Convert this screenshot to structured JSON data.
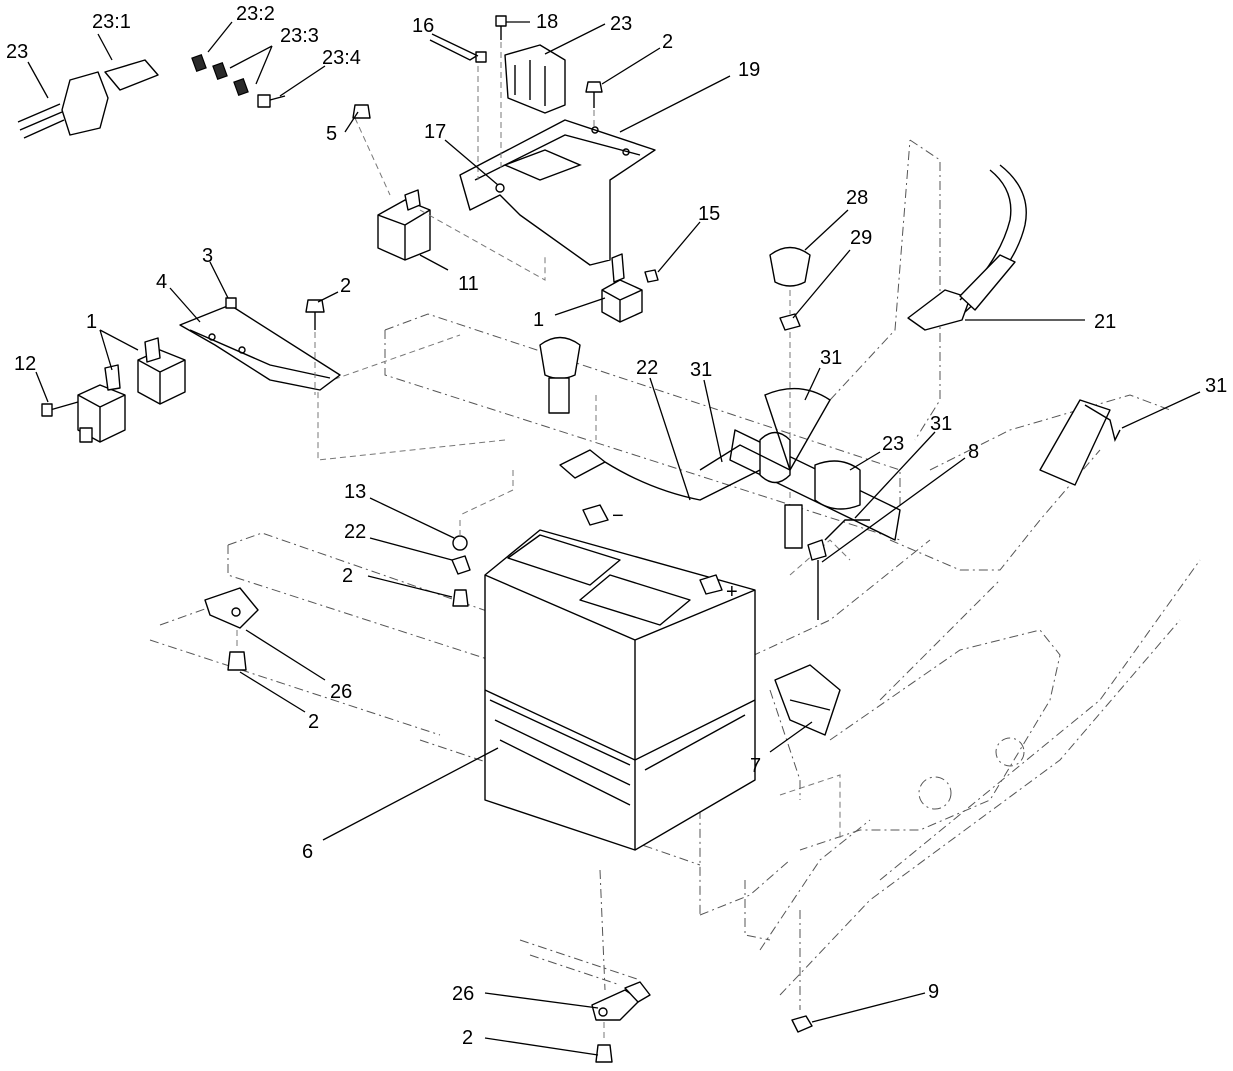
{
  "callouts": [
    {
      "label": "23"
    },
    {
      "label": "23:1"
    },
    {
      "label": "23:2"
    },
    {
      "label": "23:3"
    },
    {
      "label": "23:4"
    },
    {
      "label": "16"
    },
    {
      "label": "18"
    },
    {
      "label": "23"
    },
    {
      "label": "2"
    },
    {
      "label": "19"
    },
    {
      "label": "5"
    },
    {
      "label": "17"
    },
    {
      "label": "28"
    },
    {
      "label": "29"
    },
    {
      "label": "15"
    },
    {
      "label": "11"
    },
    {
      "label": "1"
    },
    {
      "label": "3"
    },
    {
      "label": "4"
    },
    {
      "label": "2"
    },
    {
      "label": "1"
    },
    {
      "label": "12"
    },
    {
      "label": "21"
    },
    {
      "label": "22"
    },
    {
      "label": "31"
    },
    {
      "label": "31"
    },
    {
      "label": "31"
    },
    {
      "label": "31"
    },
    {
      "label": "23"
    },
    {
      "label": "8"
    },
    {
      "label": "13"
    },
    {
      "label": "22"
    },
    {
      "label": "2"
    },
    {
      "label": "26"
    },
    {
      "label": "2"
    },
    {
      "label": "7"
    },
    {
      "label": "6"
    },
    {
      "label": "9"
    },
    {
      "label": "26"
    },
    {
      "label": "2"
    }
  ],
  "battery_marks": {
    "negative": "−",
    "positive": "+"
  }
}
